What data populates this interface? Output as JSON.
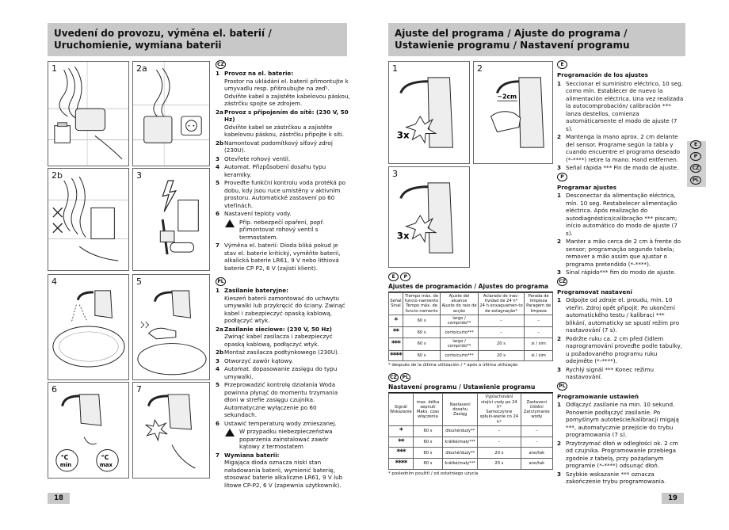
{
  "left_header": {
    "line1": "Uvedení do provozu, výměna el. baterií /",
    "line2": "Uruchomienie, wymiana baterii"
  },
  "right_header": {
    "line1": "Ajuste del programa / Ajuste do programa /",
    "line2": "Ustawienie programu / Nastavení programu"
  },
  "left_figures": [
    "1",
    "2a",
    "2b",
    "3",
    "4",
    "5",
    "6",
    "7"
  ],
  "right_figures": [
    "1",
    "2",
    "3"
  ],
  "figure_labels": {
    "fig1_3x": "3x",
    "fig2_2cm": "~2cm",
    "fig3_3x": "3x",
    "fig6_min": "min",
    "fig6_max": "max",
    "fig6_deg": "°C"
  },
  "cz": {
    "flag": "CZ",
    "i1_n": "1",
    "i1_title": "Provoz na el. baterie:",
    "i1_text": "Prostor na ukládání el. baterií přimontujte k umyvadlu resp. přišroubujte na zeď¹. Odvíňte kabel a zajistěte kabelovou páskou, zástrčku spojte se zdrojem.",
    "i2a_n": "2a",
    "i2a_title": "Provoz s připojením do sítě: (230 V, 50 Hz)",
    "i2a_text": "Odvíňte kabel se zástrčkou a zajistěte kabelovou páskou, zástrčku připojte k síti.",
    "i2b_n": "2b",
    "i2b_text": "Namontovat podomítkový síťový zdroj (230U).",
    "i3_n": "3",
    "i3_text": "Otevřete rohový ventil.",
    "i4_n": "4",
    "i4_text": "Automat. Přizpůsobení dosahu typu keramiky.",
    "i5_n": "5",
    "i5_text": "Proveďte funkční kontrolu voda protéká po dobu, kdy jsou ruce umístěny v aktivním prostoru. Automatické zastavení po 60 vteřinách.",
    "i6_n": "6",
    "i6_text": "Nastavení teploty vody.",
    "i6_warn": "Příp. nebezpečí opaření, popř. přimontovat rohový ventil s termostatem.",
    "i7_n": "7",
    "i7_text": "Výměna el. baterií: Dioda bliká pokud je stav el. baterie kritický, vyměňte baterii, alkalická baterie LR61, 9 V nebo lithiová baterie CP P2, 6 V (zajistí klient)."
  },
  "pl": {
    "flag": "PL",
    "i1_n": "1",
    "i1_title": "Zasilanie bateryjne:",
    "i1_text": "Kieszeń baterii zamontować do uchwytu umywalki lub przykręcić do ściany. Zwinąć kabel i zabezpieczyć opaską kablową, podłączyć wtyk.",
    "i2a_n": "2a",
    "i2a_title": "Zasilanie sieciowe: (230 V, 50 Hz)",
    "i2a_text": "Zwinąć kabel zasilacza i zabezpieczyć opaską kablową, podłączyć wtyk.",
    "i2b_n": "2b",
    "i2b_text": "Montaż zasilacza podtynkowego (230U).",
    "i3_n": "3",
    "i3_text": "Otworzyć zawór kątowy.",
    "i4_n": "4",
    "i4_text": "Automat. dopasowanie zasięgu do typu umywalki.",
    "i5_n": "5",
    "i5_text": "Przeprowadzić kontrolę działania Woda powinna płynąć do momentu trzymania dłoni w strefie zasięgu czujnika. Automatyczne wyłączenie po 60 sekundach.",
    "i6_n": "6",
    "i6_text": "Ustawić temperaturę wody zmieszanej.",
    "i6_warn": "W przypadku niebezpieczeństwa poparzenia zainstalować zawór kątowy z termostatem",
    "i7_n": "7",
    "i7_title": "Wymiana baterii:",
    "i7_text": "Migająca dioda oznacza niski stan naładowania baterii, wymienić baterię, stosować baterie alkaliczne LR61, 9 V lub litowe CP-P2, 6 V (zapewnia użytkownik)."
  },
  "es_table": {
    "flags": [
      "E",
      "P"
    ],
    "title": "Ajustes de programación / Ajustes do programa",
    "headers": [
      "Señal\nSinal",
      "Tiempo máx. de funcio-namiento\nTempo máx. de funcio-namento",
      "Ajuste del alcance\nAjuste do raio de acção",
      "Aclarado de inac-tividad de 24 h*\n24 h enxaguamen-to de estagnação*",
      "Parada de limpieza\nParagem de limpeza"
    ],
    "rows": [
      {
        "sym": "*",
        "time": "60 s",
        "range": "largo / comprido**",
        "flush": "–",
        "stop": "–"
      },
      {
        "sym": "**",
        "time": "60 s",
        "range": "corto/curto***",
        "flush": "–",
        "stop": "–"
      },
      {
        "sym": "***",
        "time": "60 s",
        "range": "largo / comprido**",
        "flush": "20 s",
        "stop": "si / sim"
      },
      {
        "sym": "****",
        "time": "60 s",
        "range": "corto/curto***",
        "flush": "20 s",
        "stop": "si / sim"
      }
    ],
    "footnote": "* después de la última utilización / * após a última utilização"
  },
  "pl_table": {
    "flags": [
      "CZ",
      "PL"
    ],
    "title": "Nastavení programu / Ustawienie programu",
    "headers": [
      "Signál\nWskazanie",
      "max. délka sepnutí\nMaks. czas włączenia",
      "Nastavení dosahu\nZasięg",
      "Vyplachování stojící vody po 24 h*\nSamoczynne spłuki-wanie co 24 h*",
      "Zastavení čištění\nZatrzymanie wody"
    ],
    "rows": [
      {
        "sym": "*",
        "time": "60 s",
        "range": "dlouhé/duży**",
        "flush": "–",
        "stop": "–"
      },
      {
        "sym": "**",
        "time": "60 s",
        "range": "krátké/mały***",
        "flush": "–",
        "stop": "–"
      },
      {
        "sym": "***",
        "time": "60 s",
        "range": "dlouhé/duży**",
        "flush": "20 s",
        "stop": "ano/tak"
      },
      {
        "sym": "****",
        "time": "60 s",
        "range": "krátké/mały***",
        "flush": "20 s",
        "stop": "ano/tak"
      }
    ],
    "footnote": "* posledním použití / od ostatniego użycia"
  },
  "right_text": {
    "e_flag": "E",
    "e_title": "Programación de los ajustes",
    "e1": "Seccionar el suministro eléctrico, 10 seg. como mín. Establecer de nuevo la alimentación eléctrica. Una vez realizada la autocomprobación/ calibración *** lanza destellos, comienza automáticamente el modo de ajuste (7 s).",
    "e2": "Mantenga la mano aprox. 2 cm delante del sensor. Programe según la tabla y cuando encuentre el programa deseado (*-****) retire la mano. Hand entfernen.",
    "e3": "Señal rápida *** Fin de modo de ajuste.",
    "p_flag": "P",
    "p_title": "Programar ajustes",
    "p1": "Desconectar da alimentação eléctrica, mín. 10 seg. Restabelecer alimentação eléctrica. Após realização do autodiagnóstico/calibração *** piscam; início automático do modo de ajuste (7 s).",
    "p2": "Manter a mão cerca de 2 cm à frente do sensor; programação segundo tabela; remover a mão assim que ajustar o programa pretendido (*-****).",
    "p3": "Sinal rápido*** fim do modo de ajuste.",
    "cz_flag": "CZ",
    "cz_title": "Programovat nastavení",
    "cz1": "Odpojte od zdroje el. proudu, min. 10 vteřin. Zdroj opět připojit. Po ukončení automatického testu / kalibraci *** blikání, automaticky se spustí režim pro nastavování (7 s).",
    "cz2": "Podržte ruku ca. 2 cm před čidlem naprogramování proveďte podle tabulky, u požadovaného programu ruku odejměte (*-****).",
    "cz3": "Rychlý signál *** Konec režimu nastavování.",
    "pl_flag": "PL",
    "pl_title": "Programowanie ustawień",
    "pl1": "Odłączyć zasilanie na min. 10 sekund. Ponownie podłączyć zasilanie. Po pomyślnym autoteście/kalibracji migają ***, automatycznie przejście do trybu programowania (7 s).",
    "pl2": "Przytrzymać dłoń w odległości ok. 2 cm od czujnika. Programowanie przebiega zgodnie z tabelą, przy pożądanym programie (*-****) odsunąć dłoń.",
    "pl3": "Szybkie wskazanie *** oznacza zakończenie trybu programowania."
  },
  "side_tabs": [
    "E",
    "P",
    "CZ",
    "PL"
  ],
  "page_numbers": {
    "left": "18",
    "right": "19"
  }
}
